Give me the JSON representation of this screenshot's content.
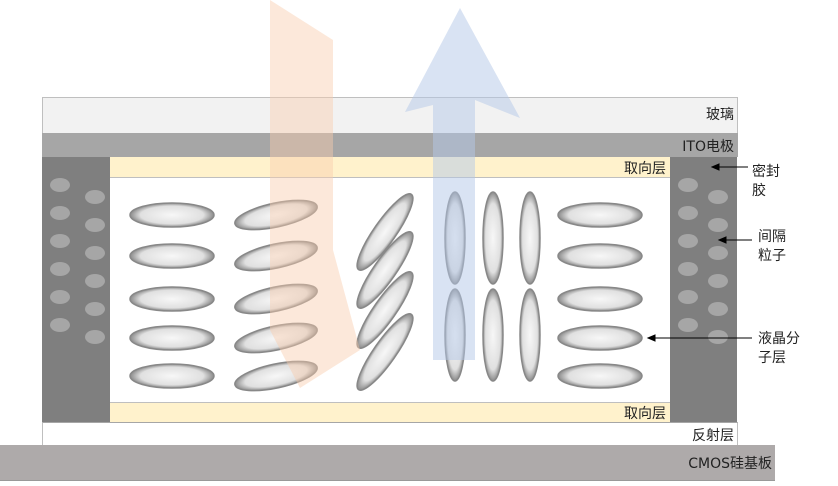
{
  "layers": {
    "glass": "玻璃",
    "ito": "ITO电极",
    "alignment_top": "取向层",
    "alignment_bottom": "取向层",
    "reflective": "反射层",
    "substrate": "CMOS硅基板"
  },
  "callouts": {
    "sealant_line1": "密封",
    "sealant_line2": "胶",
    "spacer_line1": "间隔",
    "spacer_line2": "粒子",
    "lc_line1": "液晶分",
    "lc_line2": "子层"
  },
  "colors": {
    "glass": "#f2f2f2",
    "ito": "#a6a6a6",
    "alignment": "#fff2cc",
    "sealant": "#7f7f7f",
    "substrate": "#aeaaaa",
    "incident_light": "#f8cbad",
    "reflected_light": "#b4c7e7"
  }
}
